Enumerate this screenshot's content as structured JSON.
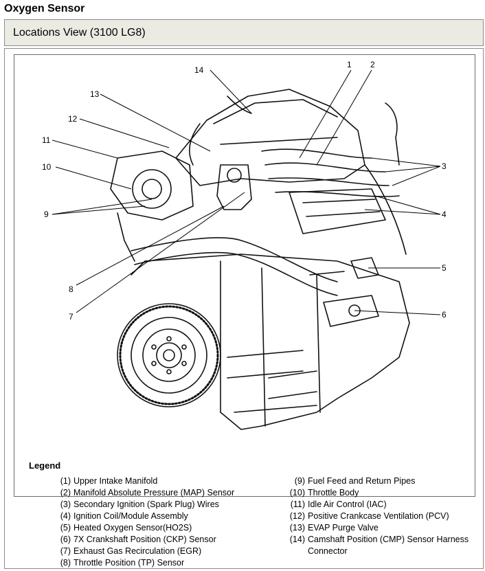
{
  "page_title": "Oxygen Sensor",
  "view_header": "Locations View (3100 LG8)",
  "legend": {
    "title": "Legend",
    "items": [
      {
        "num": "(1)",
        "label": "Upper Intake Manifold"
      },
      {
        "num": "(2)",
        "label": "Manifold Absolute Pressure (MAP) Sensor"
      },
      {
        "num": "(3)",
        "label": "Secondary Ignition (Spark Plug) Wires"
      },
      {
        "num": "(4)",
        "label": "Ignition Coil/Module Assembly"
      },
      {
        "num": "(5)",
        "label": "Heated Oxygen Sensor(HO2S)"
      },
      {
        "num": "(6)",
        "label": "7X Crankshaft Position (CKP) Sensor"
      },
      {
        "num": "(7)",
        "label": "Exhaust Gas Recirculation (EGR)"
      },
      {
        "num": "(8)",
        "label": "Throttle Position (TP) Sensor"
      },
      {
        "num": "(9)",
        "label": "Fuel Feed and Return Pipes"
      },
      {
        "num": "(10)",
        "label": "Throttle Body"
      },
      {
        "num": "(11)",
        "label": "Idle Air Control (IAC)"
      },
      {
        "num": "(12)",
        "label": "Positive Crankcase Ventilation (PCV)"
      },
      {
        "num": "(13)",
        "label": "EVAP Purge Valve"
      },
      {
        "num": "(14)",
        "label": "Camshaft Position (CMP) Sensor Harness Connector"
      }
    ]
  },
  "callouts": [
    "1",
    "2",
    "3",
    "4",
    "5",
    "6",
    "7",
    "8",
    "9",
    "10",
    "11",
    "12",
    "13",
    "14"
  ]
}
